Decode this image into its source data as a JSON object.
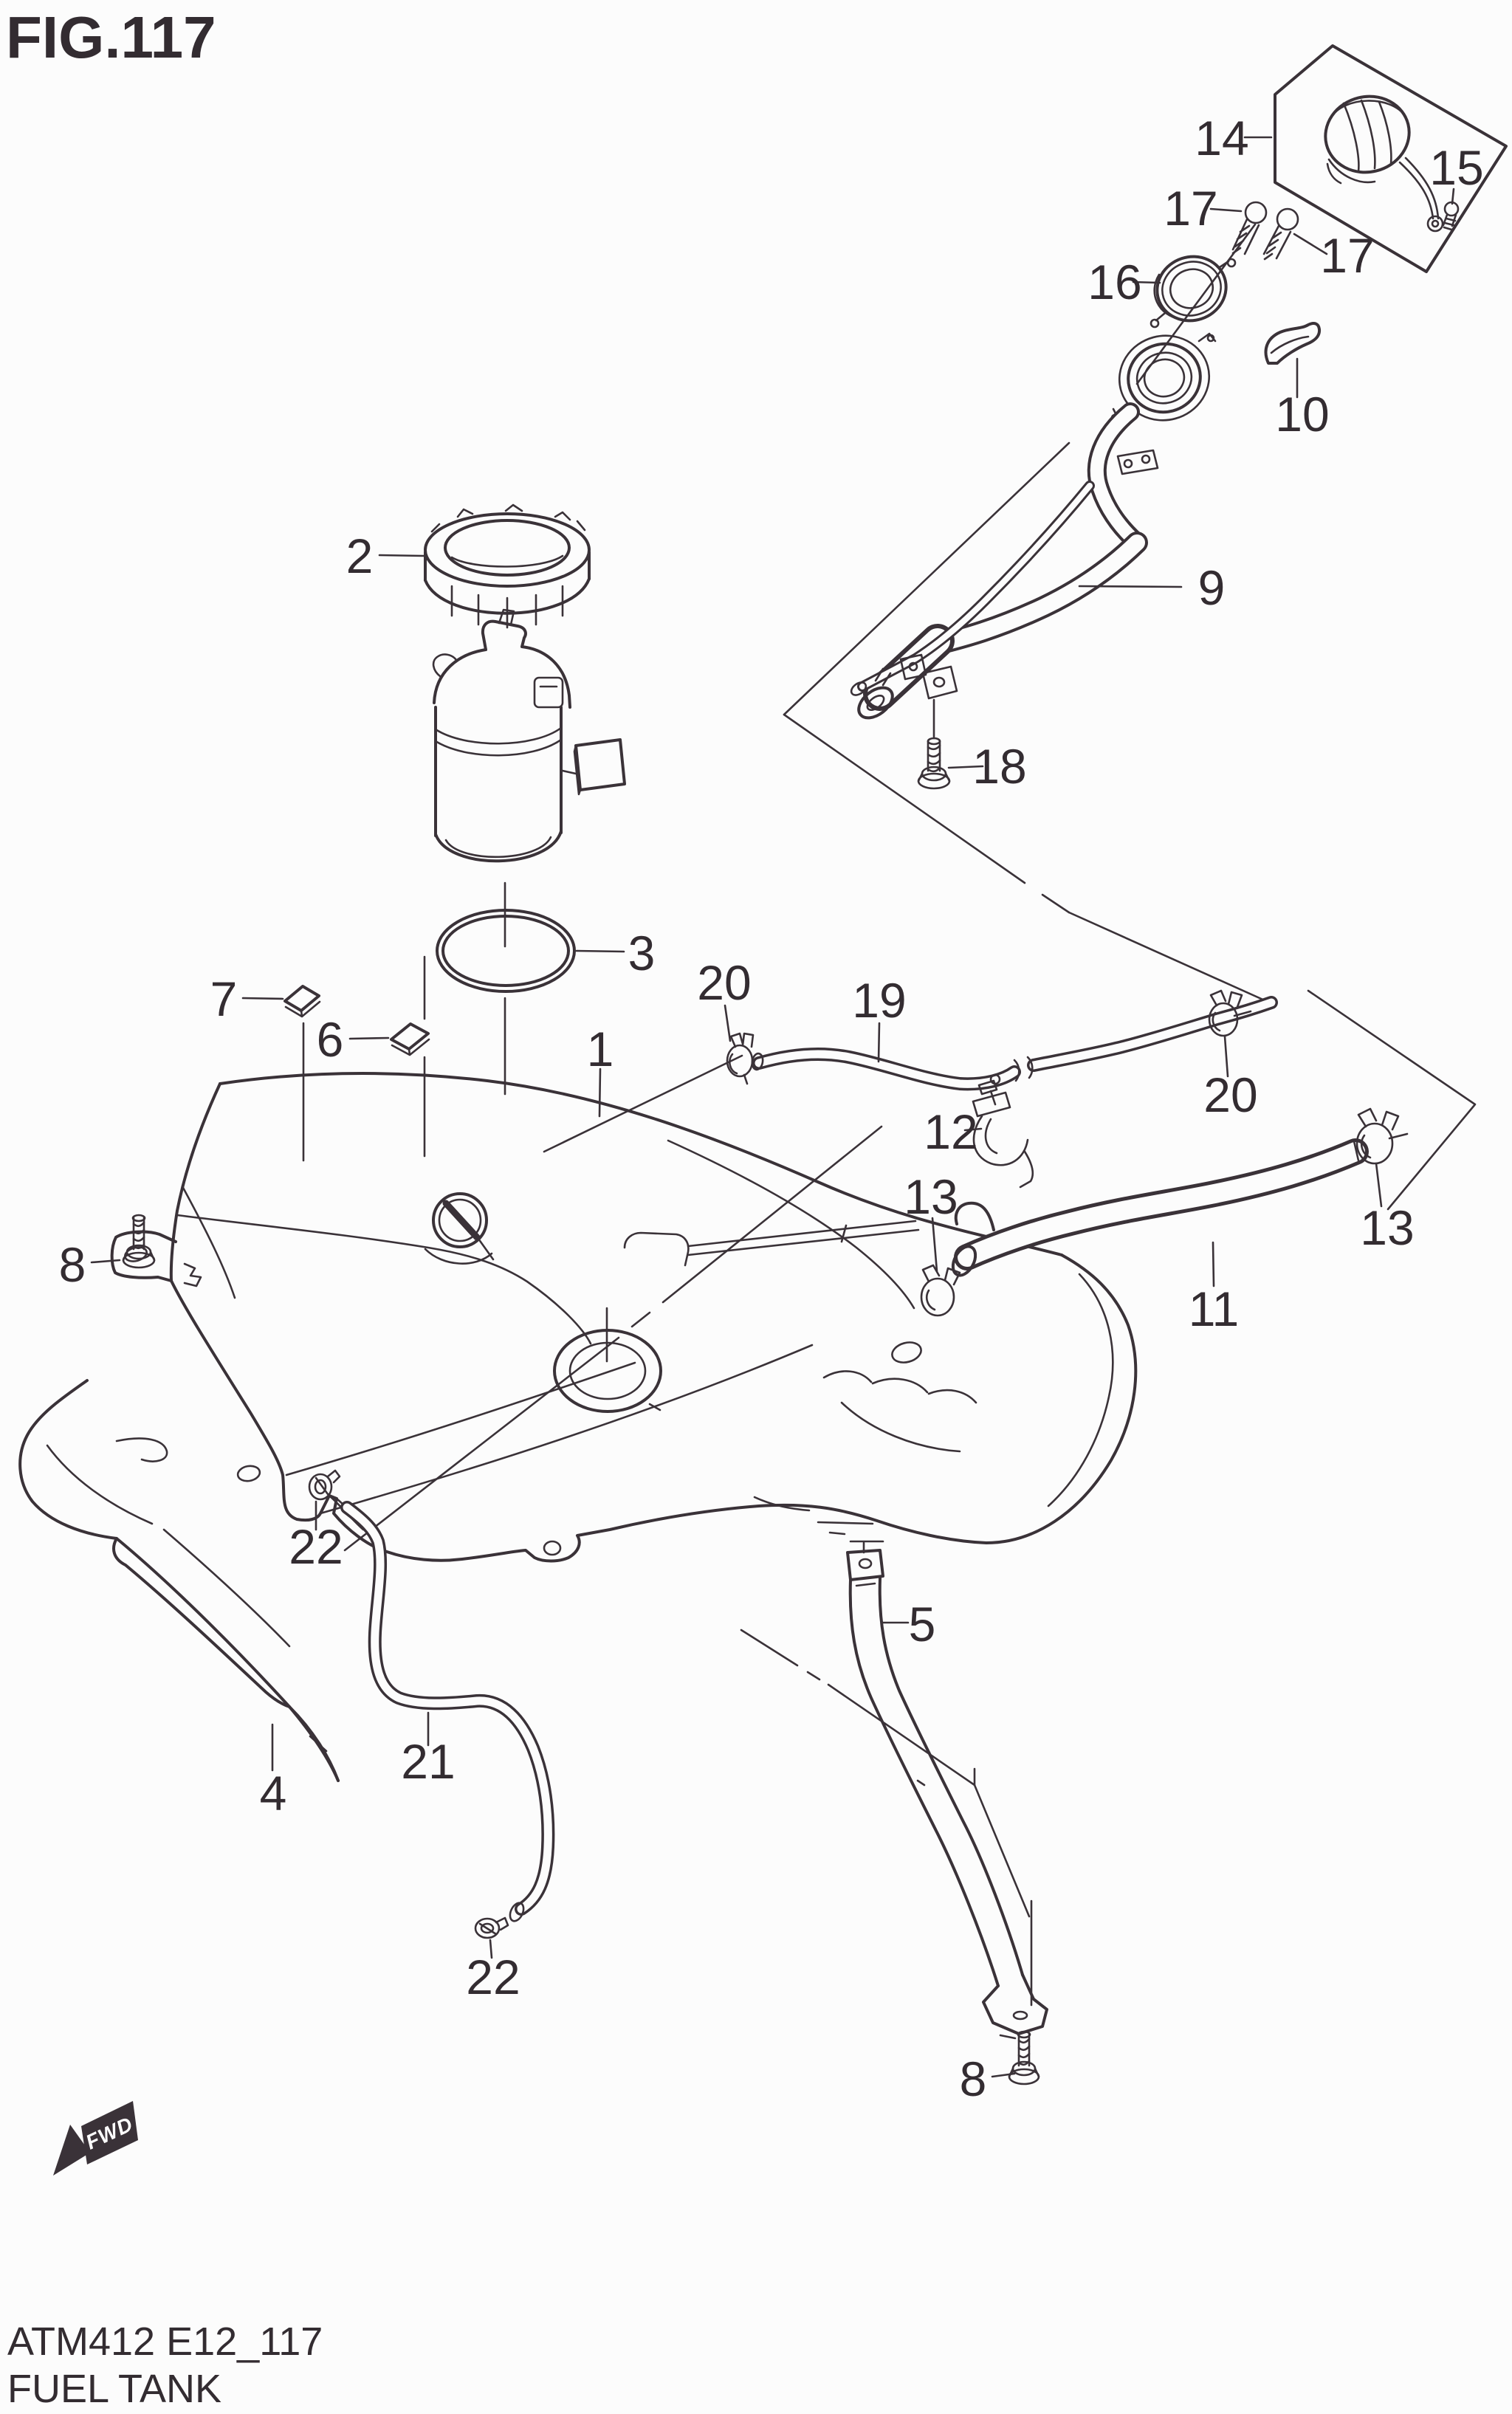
{
  "figure": {
    "id": "FIG.117"
  },
  "footer": {
    "catalog_code": "ATM412 E12_117",
    "figure_title": "FUEL TANK"
  },
  "orientation": {
    "label": "FWD"
  },
  "colors": {
    "line": "#3a3238",
    "paper": "#fcfcfc",
    "label": "#332c31"
  },
  "callouts": [
    {
      "part": "fuel-tank",
      "label": "1"
    },
    {
      "part": "pump-lock-ring",
      "label": "2"
    },
    {
      "part": "pump-gasket-oring",
      "label": "3"
    },
    {
      "part": "heat-shield",
      "label": "4"
    },
    {
      "part": "tank-strap",
      "label": "5"
    },
    {
      "part": "cushion-rear",
      "label": "6"
    },
    {
      "part": "cushion-front",
      "label": "7"
    },
    {
      "part": "tank-bolt-left",
      "label": "8"
    },
    {
      "part": "strap-bolt-bottom",
      "label": "8"
    },
    {
      "part": "filler-tube",
      "label": "9"
    },
    {
      "part": "splash-flap",
      "label": "10"
    },
    {
      "part": "filler-hose",
      "label": "11"
    },
    {
      "part": "hose-clamp-bracket",
      "label": "12"
    },
    {
      "part": "hose-clamp-left",
      "label": "13"
    },
    {
      "part": "hose-clamp-right",
      "label": "13"
    },
    {
      "part": "fuel-cap",
      "label": "14"
    },
    {
      "part": "cap-tether-screw",
      "label": "15"
    },
    {
      "part": "neck-retainer-ring",
      "label": "16"
    },
    {
      "part": "neck-screw-upper",
      "label": "17"
    },
    {
      "part": "neck-screw-lower",
      "label": "17"
    },
    {
      "part": "tube-bracket-bolt",
      "label": "18"
    },
    {
      "part": "breather-hose",
      "label": "19"
    },
    {
      "part": "breather-clamp-left",
      "label": "20"
    },
    {
      "part": "breather-clamp-right",
      "label": "20"
    },
    {
      "part": "drain-hose",
      "label": "21"
    },
    {
      "part": "hose-clip-upper",
      "label": "22"
    },
    {
      "part": "hose-clip-lower",
      "label": "22"
    }
  ]
}
